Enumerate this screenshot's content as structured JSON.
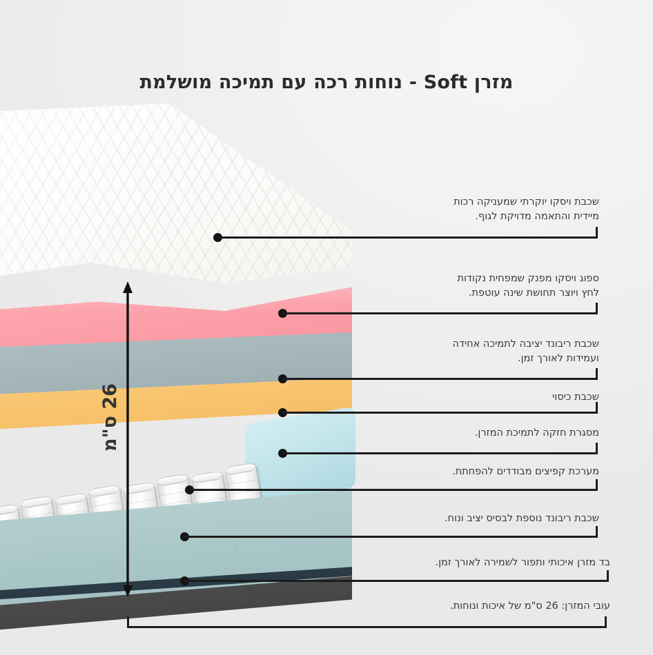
{
  "title": "מזרן Soft - נוחות רכה עם תמיכה מושלמת",
  "dimension": {
    "label": "26 ס\"מ",
    "arrow_icon": "double-arrow-vertical-icon"
  },
  "colors": {
    "background": "#efefef",
    "title_text": "#2b2b2b",
    "body_text": "#3a3a3a",
    "leader_line": "#1c1c1c",
    "layer_top_quilt": "#fbfbf9",
    "layer_pink_visco": "#fda2ab",
    "layer_rebond_upper": "#a2b3b8",
    "layer_cover_amber": "#f7c069",
    "layer_frame_blue": "#bfe3e9",
    "layer_springs": "#ffffff",
    "layer_rebond_lower": "#a9c6c7",
    "layer_navy_edge": "#25333d",
    "layer_base_fabric": "#4a4a4a"
  },
  "callouts": [
    {
      "id": "visco-top",
      "text": "שכבת ויסקו יוקרתי שמעניקה רכות\nמיידית והתאמה מדויקת לגוף.",
      "layer": "white-quilted-top-layer"
    },
    {
      "id": "visco-foam",
      "text": "ספוג ויסקו מפנק שמפחית נקודות\nלחץ ויוצר תחושת שינה עוטפת.",
      "layer": "pink-visco-layer"
    },
    {
      "id": "rebond-upper",
      "text": "שכבת ריבונד יציבה לתמיכה אחידה\nועמידות לאורך זמן.",
      "layer": "grey-blue-rebond-layer"
    },
    {
      "id": "cover-layer",
      "text": "שכבת כיסוי",
      "layer": "amber-cover-layer"
    },
    {
      "id": "support-frame",
      "text": "מסגרת חזקה לתמיכת המזרן.",
      "layer": "light-blue-frame-layer"
    },
    {
      "id": "pocket-springs",
      "text": "מערכת קפיצים מבודדים להפחתת.",
      "layer": "pocket-spring-layer"
    },
    {
      "id": "rebond-lower",
      "text": "שכבת ריבונד נוספת לבסיס יציב ונוח.",
      "layer": "lower-rebond-layer"
    },
    {
      "id": "mattress-fabric",
      "text": "בד מזרן איכותי ותפור לשמירה לאורך זמן.",
      "layer": "base-fabric-layer"
    },
    {
      "id": "total-thickness",
      "text": "עובי המזרן: 26 ס\"מ של איכות ונוחות.",
      "layer": "overall-dimension"
    }
  ]
}
